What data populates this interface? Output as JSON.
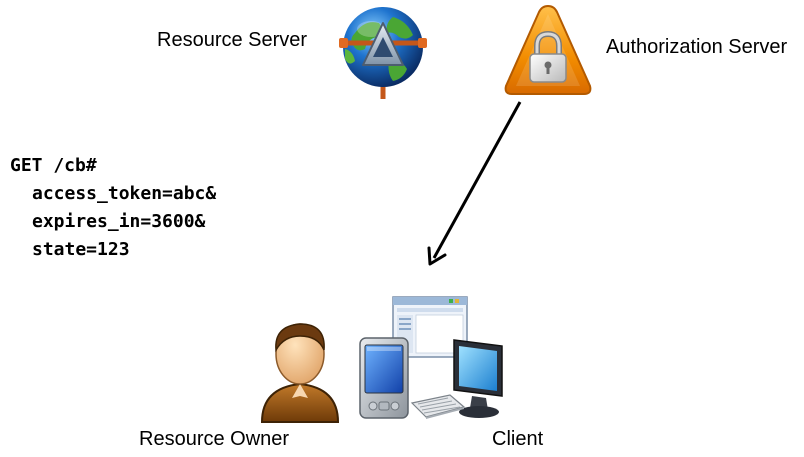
{
  "labels": {
    "resource_server": "Resource Server",
    "authorization_server": "Authorization Server",
    "resource_owner": "Resource Owner",
    "client": "Client"
  },
  "request": {
    "line1": "GET /cb#",
    "line2": "access_token=abc&",
    "line3": "expires_in=3600&",
    "line4": "state=123"
  },
  "icons": {
    "resource_server": "globe-icon",
    "authorization_server": "lock-warning-icon",
    "resource_owner": "person-icon",
    "client": [
      "pda-icon",
      "application-window-icon",
      "monitor-icon",
      "keyboard-icon"
    ]
  },
  "colors": {
    "arrow": "#000000",
    "warning_orange": "#f28c00",
    "globe_blue": "#1e6fc0",
    "person_brown": "#9b5a14"
  }
}
